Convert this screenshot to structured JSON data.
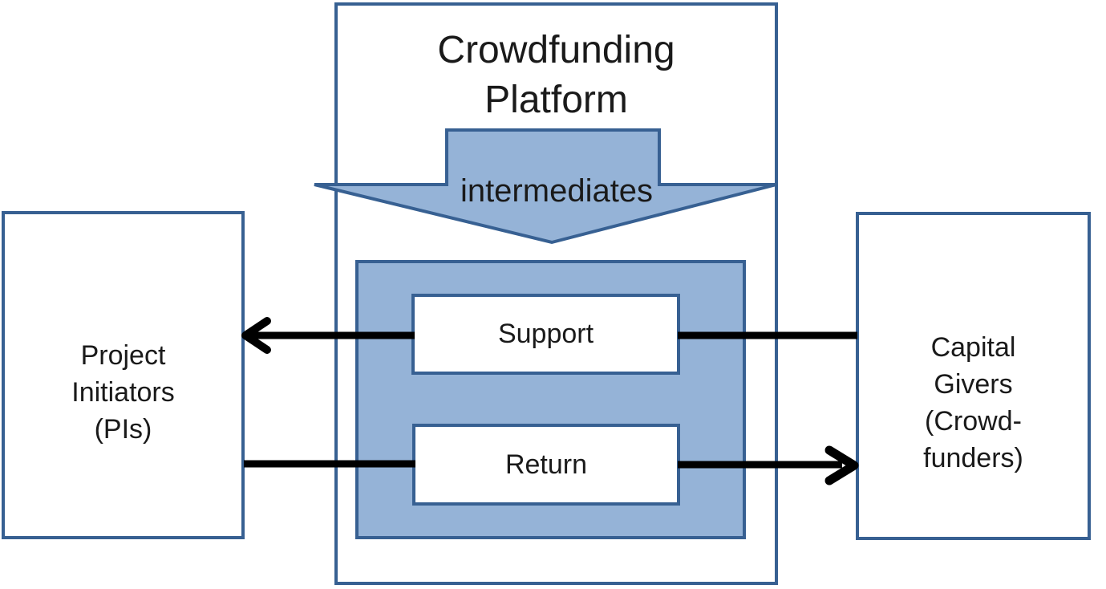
{
  "diagram": {
    "platform": {
      "title_lines": [
        "Crowdfunding",
        "Platform"
      ],
      "arrow_label": "intermediates",
      "support_label": "Support",
      "return_label": "Return"
    },
    "left_entity": {
      "lines": [
        "Project",
        "Initiators",
        "(PIs)"
      ]
    },
    "right_entity": {
      "lines": [
        "Capital",
        "Givers",
        "(Crowd-",
        "funders)"
      ]
    },
    "colors": {
      "shape_fill": "#95B3D7",
      "shape_border": "#376092",
      "flow_line": "#000000",
      "text": "#1A1A1A"
    }
  }
}
